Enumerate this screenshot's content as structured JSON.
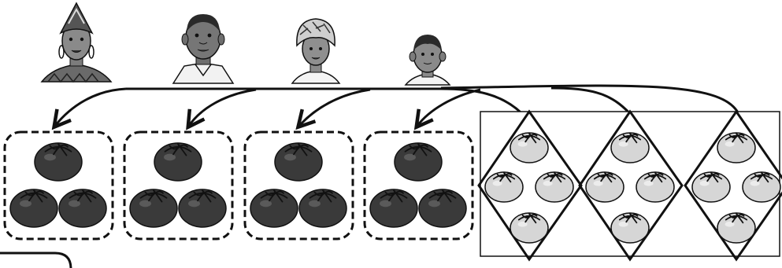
{
  "people": [
    {
      "id": "woman-earrings",
      "icon": "woman-with-earrings-portrait"
    },
    {
      "id": "man",
      "icon": "man-portrait"
    },
    {
      "id": "woman-headwrap",
      "icon": "woman-with-headwrap-portrait"
    },
    {
      "id": "boy",
      "icon": "boy-portrait"
    }
  ],
  "shared_groups": [
    {
      "tomatoes": 3,
      "style": "dark"
    },
    {
      "tomatoes": 3,
      "style": "dark"
    },
    {
      "tomatoes": 3,
      "style": "dark"
    },
    {
      "tomatoes": 3,
      "style": "dark"
    }
  ],
  "remaining_groups": [
    {
      "tomatoes": 4,
      "style": "light"
    },
    {
      "tomatoes": 4,
      "style": "light"
    },
    {
      "tomatoes": 4,
      "style": "light"
    }
  ],
  "colors": {
    "ink": "#111111",
    "dark_tomato": "#3a3a3a",
    "light_tomato": "#d6d6d6",
    "skin": "#8a8a8a"
  }
}
